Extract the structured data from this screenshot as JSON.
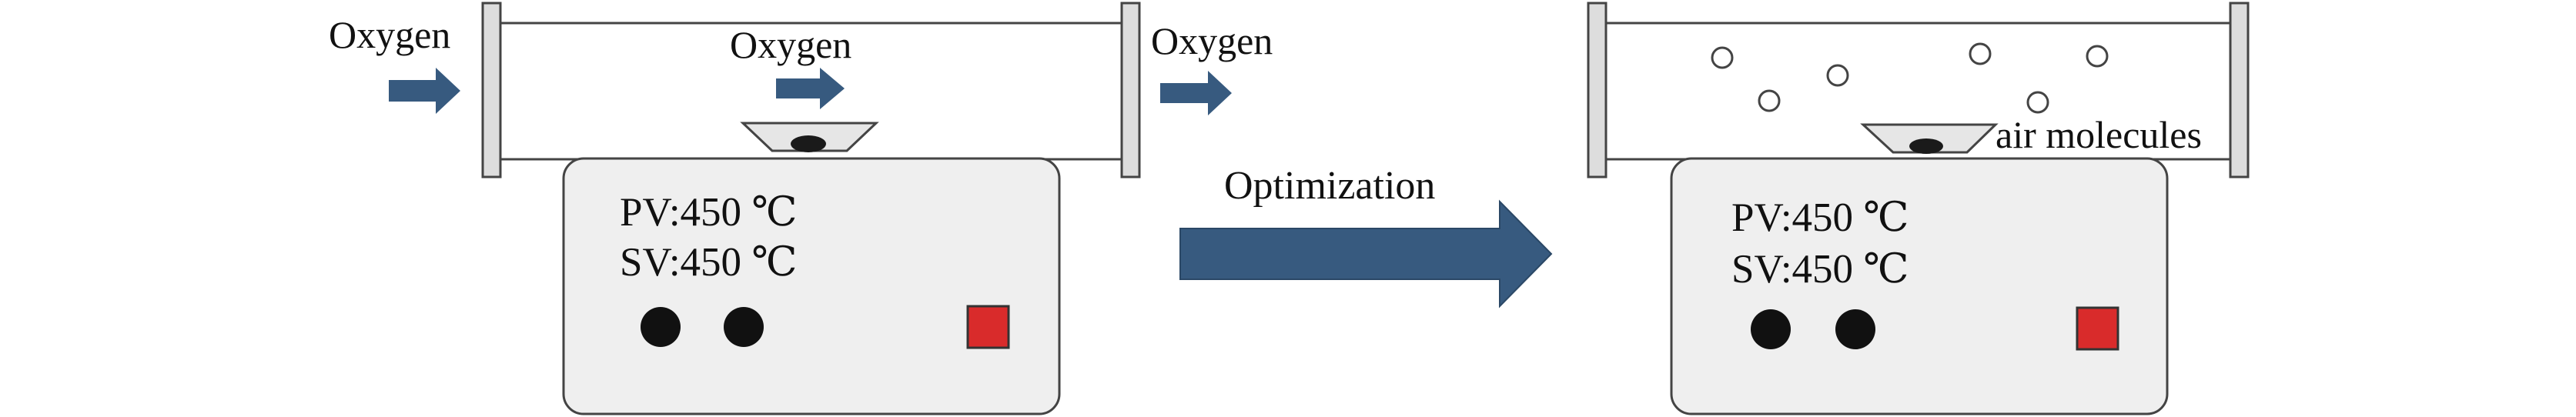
{
  "left_setup": {
    "oxygen_inlet_label": "Oxygen",
    "oxygen_middle_label": "Oxygen",
    "oxygen_outlet_label": "Oxygen",
    "pv_readout": "PV:450 ℃",
    "sv_readout": "SV:450 ℃"
  },
  "process_arrow": {
    "label": "Optimization"
  },
  "right_setup": {
    "air_molecules_label": "air molecules",
    "pv_readout": "PV:450 ℃",
    "sv_readout": "SV:450 ℃"
  },
  "colors": {
    "arrow_blue": "#375a7f",
    "tube_line": "#444444",
    "flange_fill": "#dddddd",
    "furnace_fill": "#efefef",
    "knob_black": "#111111",
    "switch_red": "#d92b2b",
    "sample_black": "#1a1a1a"
  },
  "icons": {
    "knob": "round-knob-icon",
    "switch": "red-power-switch-icon",
    "molecule": "open-circle-icon"
  }
}
